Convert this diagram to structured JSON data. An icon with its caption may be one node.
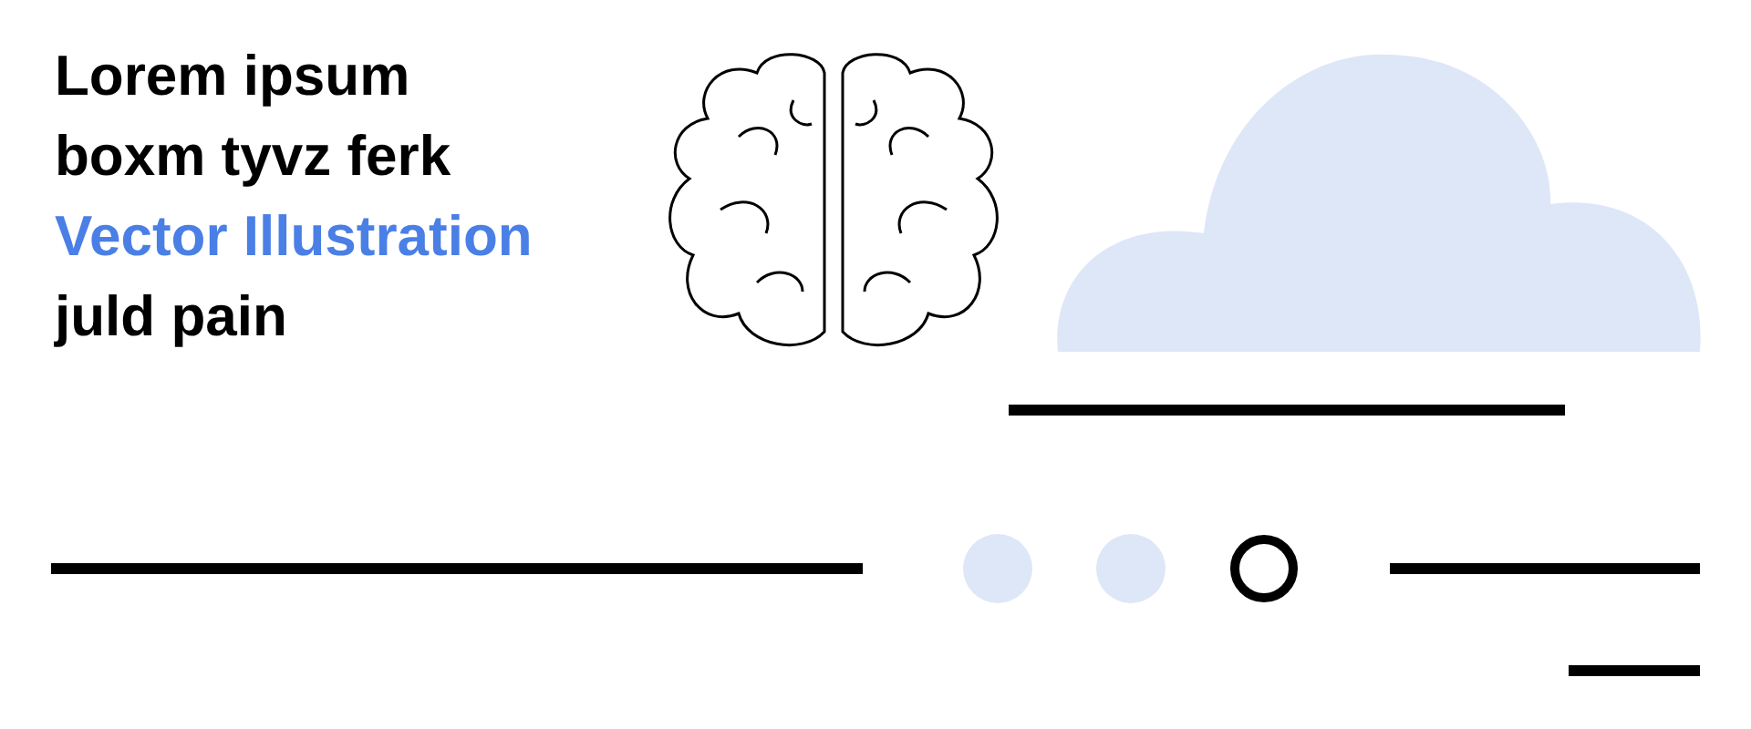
{
  "diagram": {
    "nodes": [
      {
        "text": [],
        "shape": "cloud"
      }
    ],
    "labels": [
      "Lorem ipsum boxm tyvz ferk",
      "Vector Illustration",
      "juld pain"
    ]
  }
}
